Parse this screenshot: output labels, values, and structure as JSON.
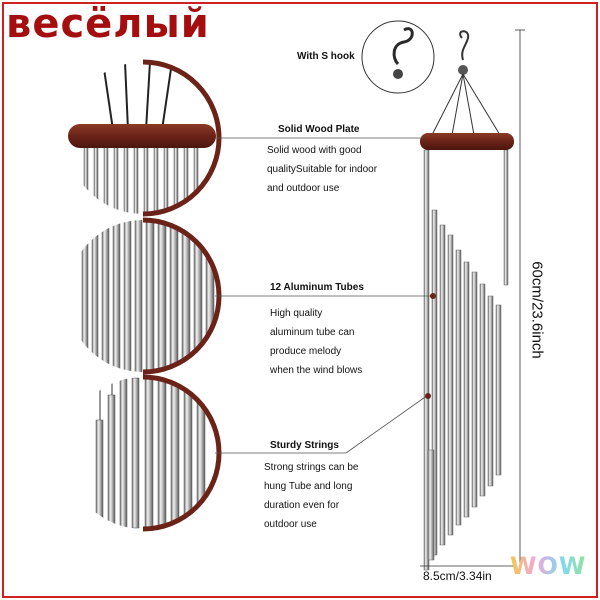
{
  "brand": {
    "label": "весёлый"
  },
  "hook": {
    "label": "With S hook"
  },
  "features": [
    {
      "title": "Solid Wood  Plate",
      "lines": [
        "Solid wood with good",
        "qualitySuitable for indoor",
        "and outdoor use"
      ]
    },
    {
      "title": "12 Aluminum Tubes",
      "lines": [
        "High quality",
        "aluminum tube can",
        "produce melody",
        "when the wind blows"
      ]
    },
    {
      "title": "Sturdy Strings",
      "lines": [
        "Strong strings can be",
        "hung Tube and long",
        "duration even for",
        "outdoor use"
      ]
    }
  ],
  "dimensions": {
    "height": "60cm/23.6inch",
    "width": "8.5cm/3.34in"
  },
  "badge": {
    "label": "WOW"
  },
  "colors": {
    "wood": "#6b2318",
    "frame": "#d21f1f",
    "brand": "#a50e0e",
    "metal": "#c9c9c9"
  }
}
